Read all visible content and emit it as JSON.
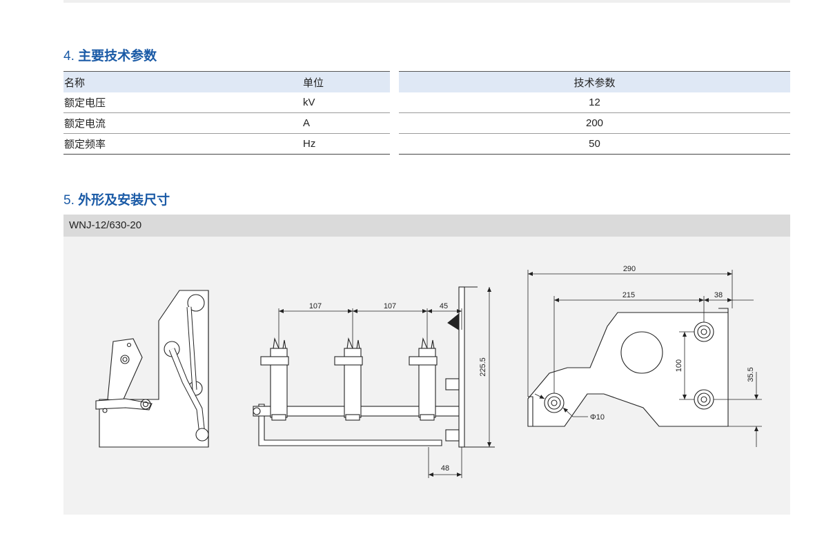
{
  "section4": {
    "number": "4.",
    "title": "主要技术参数"
  },
  "spec_table": {
    "headers": {
      "name": "名称",
      "unit": "单位",
      "value": "技术参数"
    },
    "rows": [
      {
        "name": "额定电压",
        "unit": "kV",
        "value": "12"
      },
      {
        "name": "额定电流",
        "unit": "A",
        "value": "200"
      },
      {
        "name": "额定频率",
        "unit": "Hz",
        "value": "50"
      }
    ]
  },
  "section5": {
    "number": "5.",
    "title": "外形及安装尺寸"
  },
  "model_label": "WNJ-12/630-20",
  "dimensions": {
    "front_107a": "107",
    "front_107b": "107",
    "front_45": "45",
    "front_225_5": "225.5",
    "front_48": "48",
    "plate_290": "290",
    "plate_215": "215",
    "plate_38": "38",
    "plate_100": "100",
    "plate_35_5": "35.5",
    "plate_phi10": "Φ10"
  }
}
